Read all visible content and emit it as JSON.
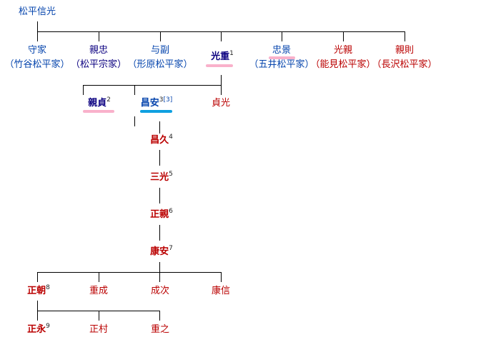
{
  "root": {
    "name": "松平信光"
  },
  "gen1": [
    {
      "name": "守家",
      "house": "（竹谷松平家）"
    },
    {
      "name": "親忠",
      "house": "（松平宗家）"
    },
    {
      "name": "与副",
      "house": "（形原松平家）"
    },
    {
      "name": "光重",
      "sup": "1"
    },
    {
      "name": "忠景",
      "house": "（五井松平家）"
    },
    {
      "name": "光親",
      "house": "（能見松平家）"
    },
    {
      "name": "親則",
      "house": "（長沢松平家）"
    }
  ],
  "gen2": [
    {
      "name": "親貞",
      "sup": "2"
    },
    {
      "name": "昌安",
      "sup": "3",
      "ref": "[3]"
    },
    {
      "name": "貞光"
    }
  ],
  "line": [
    {
      "name": "昌久",
      "sup": "4"
    },
    {
      "name": "三光",
      "sup": "5"
    },
    {
      "name": "正親",
      "sup": "6"
    },
    {
      "name": "康安",
      "sup": "7"
    }
  ],
  "gen7": [
    {
      "name": "正朝",
      "sup": "8"
    },
    {
      "name": "重成"
    },
    {
      "name": "成次"
    },
    {
      "name": "康信"
    }
  ],
  "gen8": [
    {
      "name": "正永",
      "sup": "9"
    },
    {
      "name": "正村"
    },
    {
      "name": "重之"
    }
  ],
  "colors": {
    "pink": "#f9b1cb",
    "blue": "#0ea0e0",
    "link": "#0645ad",
    "visited": "#0b0080",
    "red": "#ba0000"
  }
}
